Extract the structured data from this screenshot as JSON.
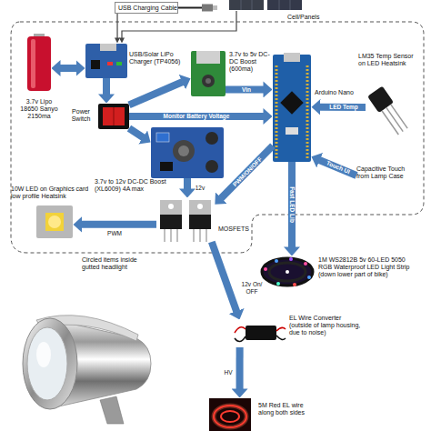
{
  "diagram": {
    "nodes": [
      {
        "text": [
          "USB Charging Cable"
        ]
      },
      {
        "text": [
          "Cell/Panels"
        ]
      },
      {
        "text": [
          "3.7v Lipo 18650 Sanyo 2150ma"
        ]
      },
      {
        "text": [
          "USB/Solar LiPo Charger (TP4056)"
        ]
      },
      {
        "text": [
          "3.7v to 5v DC-DC Boost (600ma)"
        ]
      },
      {
        "text": [
          "Arduino Nano"
        ]
      },
      {
        "text": [
          "LM35 Temp Sensor on LED Heatsink"
        ]
      },
      {
        "text": [
          "Power Switch"
        ]
      },
      {
        "text": [
          "3.7v to 12v DC-DC Boost (XL6009) 4A max"
        ]
      },
      {
        "text": [
          "Capacitive Touch from Lamp Case"
        ]
      },
      {
        "text": [
          "10W LED on Graphics card low profile Heatsink"
        ]
      },
      {
        "text": [
          "MOSFETS"
        ]
      },
      {
        "text": [
          "1M WS2812B 5v 60-LED 5050 RGB Waterproof LED Light Strip (down lower part of bike)"
        ]
      },
      {
        "text": [
          "EL Wire Converter (outside of lamp housing, due to noise)"
        ]
      },
      {
        "text": [
          "5M Red EL wire along both sides"
        ]
      }
    ],
    "edges": [
      {
        "from": 0,
        "to": 3,
        "arrow": "to"
      },
      {
        "from": 1,
        "to": 3,
        "arrow": "to"
      },
      {
        "from": 2,
        "to": 3,
        "arrow": "both"
      },
      {
        "from": 3,
        "to": 7,
        "arrow": "to"
      },
      {
        "from": 7,
        "to": 4,
        "arrow": "to"
      },
      {
        "from": 7,
        "to": 8,
        "arrow": "to"
      },
      {
        "from": 4,
        "to": 5,
        "label": "Vin",
        "arrow": "to"
      },
      {
        "from": 7,
        "to": 5,
        "label": "Monitor Battery Voltage",
        "arrow": "to"
      },
      {
        "from": 6,
        "to": 5,
        "label": "LED Temp",
        "arrow": "to"
      },
      {
        "from": 9,
        "to": 5,
        "label": "Touch UI",
        "arrow": "to"
      },
      {
        "from": 5,
        "to": 11,
        "label": "PWM/ON/OFF",
        "arrow": "to"
      },
      {
        "from": 8,
        "to": 11,
        "label": "12v",
        "arrow": "to"
      },
      {
        "from": 11,
        "to": 10,
        "label": "PWM",
        "arrow": "to"
      },
      {
        "from": 5,
        "to": 12,
        "label": "Fast LED Lib",
        "arrow": "to"
      },
      {
        "from": 11,
        "to": 13,
        "label": "12v On/ OFF",
        "arrow": "to"
      },
      {
        "from": 13,
        "to": 14,
        "label": "HV",
        "arrow": "to"
      }
    ],
    "labels": [
      "Circled items inside gutted headlight"
    ]
  }
}
